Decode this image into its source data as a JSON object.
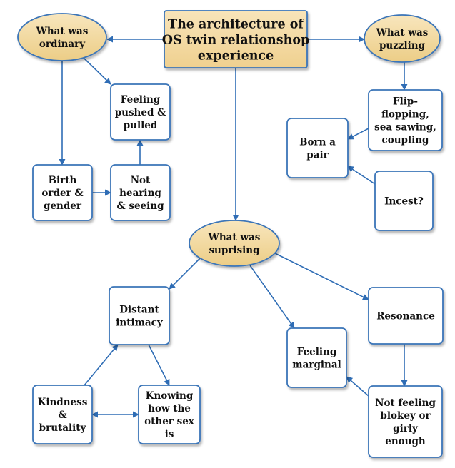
{
  "colors": {
    "title_fill": "#f4d9a0",
    "oval_fill": "#f2d79c",
    "box_fill": "#ffffff",
    "stroke": "#3b74b8",
    "arrow": "#2f6db5",
    "text": "#111111"
  },
  "nodes": [
    {
      "id": "title",
      "name": "title-box",
      "shape": "title",
      "lines": [
        "The architecture of",
        "OS twin relationshop",
        "experience"
      ]
    },
    {
      "id": "ordinary",
      "name": "oval-what-was-ordinary",
      "shape": "oval",
      "lines": [
        "What was",
        "ordinary"
      ]
    },
    {
      "id": "puzzling",
      "name": "oval-what-was-puzzling",
      "shape": "oval",
      "lines": [
        "What was",
        "puzzling"
      ]
    },
    {
      "id": "surprising",
      "name": "oval-what-was-suprising",
      "shape": "oval",
      "lines": [
        "What was",
        "suprising"
      ]
    },
    {
      "id": "pushed",
      "name": "box-feeling-pushed-pulled",
      "shape": "box",
      "lines": [
        "Feeling",
        "pushed &",
        "pulled"
      ]
    },
    {
      "id": "birth",
      "name": "box-birth-order-gender",
      "shape": "box",
      "lines": [
        "Birth",
        "order &",
        "gender"
      ]
    },
    {
      "id": "hearing",
      "name": "box-not-hearing-seeing",
      "shape": "box",
      "lines": [
        "Not",
        "hearing",
        "& seeing"
      ]
    },
    {
      "id": "flip",
      "name": "box-flip-flopping",
      "shape": "box",
      "lines": [
        "Flip-",
        "flopping,",
        "sea sawing,",
        "coupling"
      ]
    },
    {
      "id": "born",
      "name": "box-born-a-pair",
      "shape": "box",
      "lines": [
        "Born a",
        "pair"
      ]
    },
    {
      "id": "incest",
      "name": "box-incest",
      "shape": "box",
      "lines": [
        "Incest?"
      ]
    },
    {
      "id": "distant",
      "name": "box-distant-intimacy",
      "shape": "box",
      "lines": [
        "Distant",
        "intimacy"
      ]
    },
    {
      "id": "resonance",
      "name": "box-resonance",
      "shape": "box",
      "lines": [
        "Resonance"
      ]
    },
    {
      "id": "marginal",
      "name": "box-feeling-marginal",
      "shape": "box",
      "lines": [
        "Feeling",
        "marginal"
      ]
    },
    {
      "id": "kindness",
      "name": "box-kindness-brutality",
      "shape": "box",
      "lines": [
        "Kindness",
        "&",
        "brutality"
      ]
    },
    {
      "id": "knowing",
      "name": "box-knowing-other-sex",
      "shape": "box",
      "lines": [
        "Knowing",
        "how the",
        "other sex",
        "is"
      ]
    },
    {
      "id": "blokey",
      "name": "box-not-feeling-blokey",
      "shape": "box",
      "lines": [
        "Not feeling",
        "blokey or",
        "girly",
        "enough"
      ]
    }
  ],
  "edges": [
    {
      "from": "title",
      "to": "ordinary"
    },
    {
      "from": "title",
      "to": "puzzling"
    },
    {
      "from": "title",
      "to": "surprising"
    },
    {
      "from": "ordinary",
      "to": "pushed"
    },
    {
      "from": "ordinary",
      "to": "birth"
    },
    {
      "from": "birth",
      "to": "hearing"
    },
    {
      "from": "hearing",
      "to": "pushed"
    },
    {
      "from": "puzzling",
      "to": "flip"
    },
    {
      "from": "flip",
      "to": "born"
    },
    {
      "from": "incest",
      "to": "born"
    },
    {
      "from": "surprising",
      "to": "distant"
    },
    {
      "from": "surprising",
      "to": "marginal"
    },
    {
      "from": "surprising",
      "to": "resonance"
    },
    {
      "from": "resonance",
      "to": "blokey"
    },
    {
      "from": "blokey",
      "to": "marginal"
    },
    {
      "from": "kindness",
      "to": "distant"
    },
    {
      "from": "distant",
      "to": "knowing"
    },
    {
      "from": "kindness",
      "to": "knowing",
      "both": true
    }
  ]
}
